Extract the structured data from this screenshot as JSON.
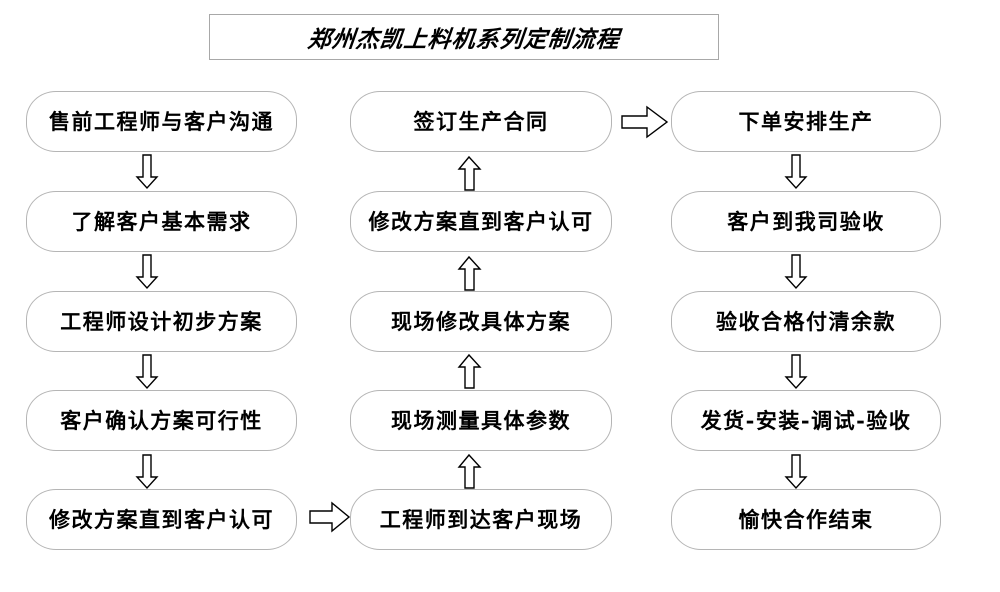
{
  "diagram": {
    "title": "郑州杰凯上料机系列定制流程",
    "type": "flowchart",
    "background_color": "#ffffff",
    "box_border_color": "#b5b5b5",
    "arrow_fill_color": "#ffffff",
    "arrow_stroke_color": "#000000",
    "text_color": "#000000",
    "columns": [
      {
        "name": "column-left",
        "flow_direction": "down",
        "nodes": [
          {
            "id": "l1",
            "label": "售前工程师与客户沟通"
          },
          {
            "id": "l2",
            "label": "了解客户基本需求"
          },
          {
            "id": "l3",
            "label": "工程师设计初步方案"
          },
          {
            "id": "l4",
            "label": "客户确认方案可行性"
          },
          {
            "id": "l5",
            "label": "修改方案直到客户认可"
          }
        ]
      },
      {
        "name": "column-middle",
        "flow_direction": "up",
        "nodes": [
          {
            "id": "m1",
            "label": "签订生产合同"
          },
          {
            "id": "m2",
            "label": "修改方案直到客户认可"
          },
          {
            "id": "m3",
            "label": "现场修改具体方案"
          },
          {
            "id": "m4",
            "label": "现场测量具体参数"
          },
          {
            "id": "m5",
            "label": "工程师到达客户现场"
          }
        ]
      },
      {
        "name": "column-right",
        "flow_direction": "down",
        "nodes": [
          {
            "id": "r1",
            "label": "下单安排生产"
          },
          {
            "id": "r2",
            "label": "客户到我司验收"
          },
          {
            "id": "r3",
            "label": "验收合格付清余款"
          },
          {
            "id": "r4",
            "label": "发货-安装-调试-验收"
          },
          {
            "id": "r5",
            "label": "愉快合作结束"
          }
        ]
      }
    ],
    "connectors": [
      {
        "id": "cl1",
        "from": "l1",
        "to": "l2",
        "direction": "down"
      },
      {
        "id": "cl2",
        "from": "l2",
        "to": "l3",
        "direction": "down"
      },
      {
        "id": "cl3",
        "from": "l3",
        "to": "l4",
        "direction": "down"
      },
      {
        "id": "cl4",
        "from": "l4",
        "to": "l5",
        "direction": "down"
      },
      {
        "id": "cx1",
        "from": "l5",
        "to": "m5",
        "direction": "right"
      },
      {
        "id": "cm1",
        "from": "m5",
        "to": "m4",
        "direction": "up"
      },
      {
        "id": "cm2",
        "from": "m4",
        "to": "m3",
        "direction": "up"
      },
      {
        "id": "cm3",
        "from": "m3",
        "to": "m2",
        "direction": "up"
      },
      {
        "id": "cm4",
        "from": "m2",
        "to": "m1",
        "direction": "up"
      },
      {
        "id": "cx2",
        "from": "m1",
        "to": "r1",
        "direction": "right"
      },
      {
        "id": "cr1",
        "from": "r1",
        "to": "r2",
        "direction": "down"
      },
      {
        "id": "cr2",
        "from": "r2",
        "to": "r3",
        "direction": "down"
      },
      {
        "id": "cr3",
        "from": "r3",
        "to": "r4",
        "direction": "down"
      },
      {
        "id": "cr4",
        "from": "r4",
        "to": "r5",
        "direction": "down"
      }
    ]
  }
}
